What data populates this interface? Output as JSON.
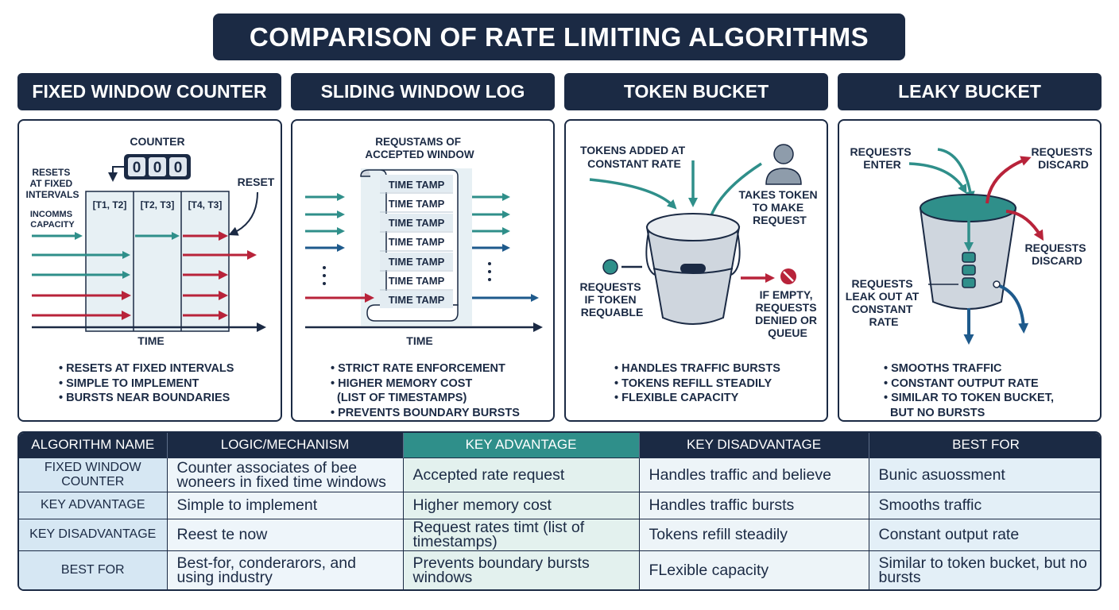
{
  "title": "COMPARISON OF RATE LIMITING ALGORITHMS",
  "panels": [
    {
      "header": "FIXED WINDOW COUNTER",
      "labels": {
        "counter": "COUNTER",
        "digits": [
          "0",
          "0",
          "0"
        ],
        "resets_fixed": [
          "RESETS",
          "AT FIXED",
          "INTERVALS"
        ],
        "incoming": [
          "INCOMMS",
          "CAPACITY"
        ],
        "reset": "RESET",
        "windows": [
          "[T1, T2]",
          "[T2, T3]",
          "[T4, T3]"
        ],
        "time": "TIME"
      },
      "bullets": [
        "• RESETS AT FIXED INTERVALS",
        "• SIMPLE TO IMPLEMENT",
        "• BURSTS NEAR BOUNDARIES"
      ]
    },
    {
      "header": "SLIDING WINDOW LOG",
      "labels": {
        "log_title": [
          "REQUSTAMS OF",
          "ACCEPTED WINDOW"
        ],
        "entries": [
          "TIME TAMP",
          "TIME TAMP",
          "TIME TAMP",
          "TIME TAMP",
          "TIME TAMP",
          "TIME TAMP",
          "TIME TAMP"
        ],
        "time": "TIME"
      },
      "bullets": [
        "• STRICT RATE ENFORCEMENT",
        "• HIGHER MEMORY COST",
        "  (LIST OF TIMESTAMPS)",
        "• PREVENTS BOUNDARY BURSTS"
      ]
    },
    {
      "header": "TOKEN BUCKET",
      "labels": {
        "tokens_added": [
          "TOKENS ADDED AT",
          "CONSTANT RATE"
        ],
        "takes_token": [
          "TAKES TOKEN",
          "TO MAKE",
          "REQUEST"
        ],
        "requests_if": [
          "REQUESTS",
          "IF TOKEN",
          "REQUABLE"
        ],
        "if_empty": [
          "IF EMPTY,",
          "REQUESTS",
          "DENIED OR",
          "QUEUE"
        ]
      },
      "bullets": [
        "• HANDLES TRAFFIC BURSTS",
        "• TOKENS REFILL STEADILY",
        "• FLEXIBLE CAPACITY"
      ]
    },
    {
      "header": "LEAKY BUCKET",
      "labels": {
        "enter": [
          "REQUESTS",
          "ENTER"
        ],
        "discard_top": [
          "REQUESTS",
          "DISCARD"
        ],
        "discard_mid": [
          "REQUESTS",
          "DISCARD"
        ],
        "leak": [
          "REQUESTS",
          "LEAK OUT AT",
          "CONSTANT",
          "RATE"
        ]
      },
      "bullets": [
        "• SMOOTHS TRAFFIC",
        "• CONSTANT OUTPUT RATE",
        "• SIMILAR TO TOKEN BUCKET,",
        "  BUT NO BURSTS"
      ]
    }
  ],
  "table": {
    "headers": [
      "ALGORITHM NAME",
      "LOGIC/MECHANISM",
      "KEY ADVANTAGE",
      "KEY DISADVANTAGE",
      "BEST FOR"
    ],
    "rows": [
      [
        "FIXED WINDOW COUNTER",
        "Counter associates of bee woneers in fixed time windows",
        "Accepted rate request",
        "Handles traffic and believe",
        "Bunic asuossment"
      ],
      [
        "KEY ADVANTAGE",
        "Simple to implement",
        "Higher memory cost",
        "Handles traffic bursts",
        "Smooths traffic"
      ],
      [
        "KEY DISADVANTAGE",
        "Reest te now",
        "Request rates timt (list of timestamps)",
        "Tokens refill steadily",
        "Constant output rate"
      ],
      [
        "BEST FOR",
        "Best-for, conderarors, and using industry",
        "Prevents boundary bursts windows",
        "FLexible capacity",
        "Similar to token bucket, but no bursts"
      ]
    ]
  },
  "colors": {
    "navy": "#1b2a44",
    "teal": "#2f8f8a",
    "red": "#b8233a",
    "blue": "#1e5a8c",
    "bucket": "#cfd6de"
  }
}
